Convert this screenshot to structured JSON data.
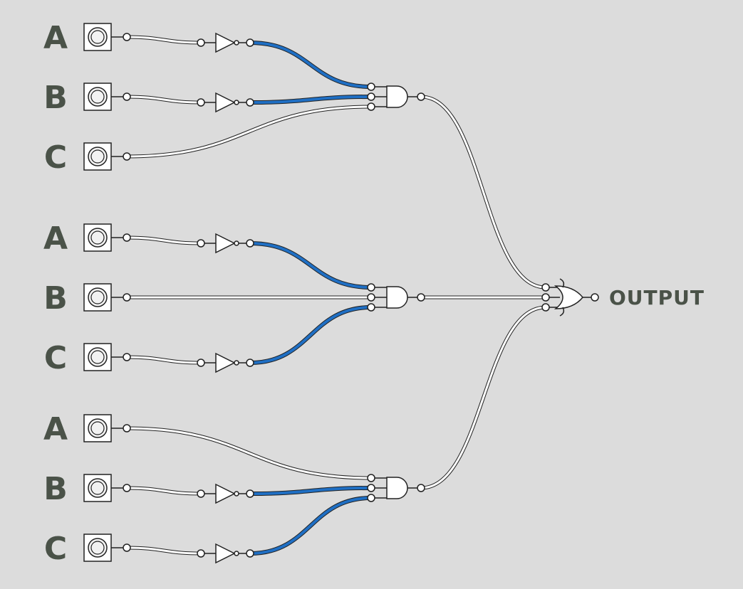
{
  "colors": {
    "background": "#dcdcdc",
    "label": "#4a5248",
    "wire_off": "#ffffff",
    "wire_on": "#1f6fc4",
    "outline": "#222222"
  },
  "groups": [
    {
      "inputs": [
        {
          "label": "A",
          "negated": true
        },
        {
          "label": "B",
          "negated": true
        },
        {
          "label": "C",
          "negated": false
        }
      ]
    },
    {
      "inputs": [
        {
          "label": "A",
          "negated": true
        },
        {
          "label": "B",
          "negated": false
        },
        {
          "label": "C",
          "negated": true
        }
      ]
    },
    {
      "inputs": [
        {
          "label": "A",
          "negated": false
        },
        {
          "label": "B",
          "negated": true
        },
        {
          "label": "C",
          "negated": true
        }
      ]
    }
  ],
  "output_label": "OUTPUT"
}
